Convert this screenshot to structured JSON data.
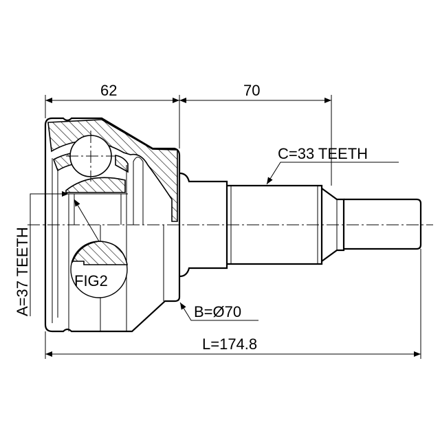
{
  "drawing": {
    "dim_housing_length": "62",
    "dim_shaft_length": "70",
    "spline_outer": "C=33 TEETH",
    "spline_inner": "A=37 TEETH",
    "diameter": "B=Ø70",
    "total_length": "L=174.8",
    "detail_label": "FIG2"
  }
}
